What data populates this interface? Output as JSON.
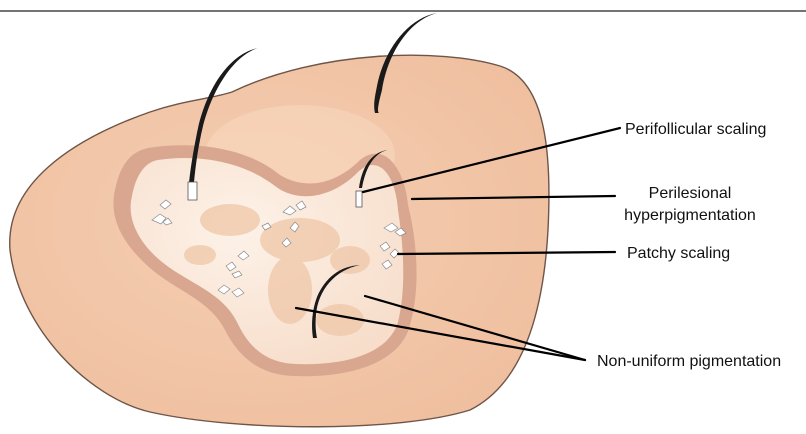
{
  "figure": {
    "labels": {
      "perifollicular": "Perifollicular scaling",
      "perilesional_line1": "Perilesional",
      "perilesional_line2": "hyperpigmentation",
      "patchy": "Patchy scaling",
      "nonuniform": "Non-uniform pigmentation"
    },
    "colors": {
      "skin": "#f2c4a5",
      "skin_outline": "#6e5548",
      "rim": "#d8a48c",
      "lesion": "#fbeadd",
      "pigment_patch": "#efc7a8",
      "hair": "#1a1a1a",
      "flake": "#ffffff"
    }
  }
}
